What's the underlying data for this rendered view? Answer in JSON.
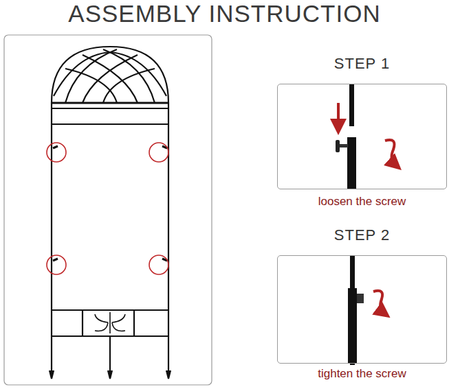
{
  "diagram": {
    "title": "ASSEMBLY INSTRUCTION",
    "nodes": [
      {
        "text": [
          "STEP 1",
          "loosen the screw"
        ]
      },
      {
        "text": [
          "STEP 2",
          "tighten the screw"
        ]
      }
    ]
  }
}
